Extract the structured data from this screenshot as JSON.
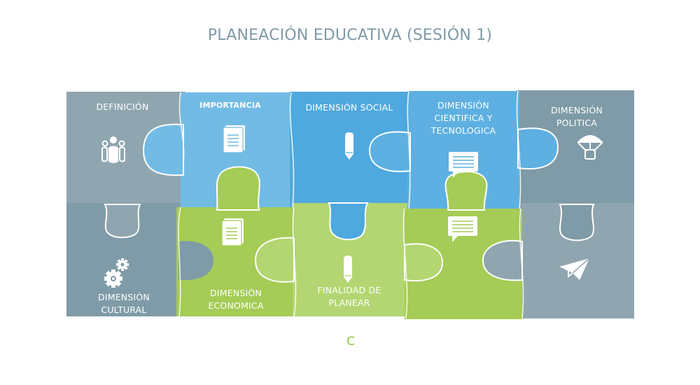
{
  "title": "PLANEACIÓN EDUCATIVA (SESIÓN 1)",
  "colors": {
    "title": "#7f9aa6",
    "gray_dark": "#7f9ba7",
    "gray_light": "#8fa6b0",
    "blue_light": "#72bbe4",
    "blue_mid": "#4fa9de",
    "blue_alt": "#5db0e1",
    "green_mid": "#a5cc56",
    "green_light": "#b3d672",
    "footer": "#8dc63f"
  },
  "pieces": [
    {
      "id": "definicion",
      "label": "DEFINICIÓN",
      "icon": "people-group-icon",
      "color": "#8fa6b0"
    },
    {
      "id": "importancia",
      "label": "IMPORTANCIA",
      "icon": "document-icon",
      "color": "#72bbe4"
    },
    {
      "id": "social",
      "label": "DIMENSIÓN SOCIAL",
      "icon": "pencil-icon",
      "color": "#4fa9de"
    },
    {
      "id": "cientifica",
      "label_lines": [
        "DIMENSIÓN",
        "CIENTIFICA Y",
        "TECNOLOGICA"
      ],
      "icon": "chat-bubble-icon",
      "color": "#5db0e1"
    },
    {
      "id": "politica",
      "label_lines": [
        "DIMENSIÓN",
        "POLITICA"
      ],
      "icon": "parachute-box-icon",
      "color": "#7f9ba7"
    },
    {
      "id": "cultural",
      "label_lines": [
        "DIMENSIÓN",
        "CULTURAL"
      ],
      "icon": "gears-icon",
      "color": "#7f9ba7"
    },
    {
      "id": "economica",
      "label_lines": [
        "DIMENSIÓN",
        "ECONOMICA"
      ],
      "icon": "document-icon",
      "color": "#a5cc56"
    },
    {
      "id": "finalidad",
      "label_lines": [
        "FINALIDAD DE",
        "PLANEAR"
      ],
      "icon": "pencil-icon",
      "color": "#b3d672"
    },
    {
      "id": "green_right",
      "label": "",
      "icon": "chat-bubble-icon",
      "color": "#a5cc56"
    },
    {
      "id": "gray_right",
      "label": "",
      "icon": "paper-plane-icon",
      "color": "#8fa6b0"
    }
  ],
  "labels": {
    "definicion": "DEFINICIÓN",
    "importancia": "IMPORTANCIA",
    "social": "DIMENSIÓN SOCIAL",
    "cientifica_1": "DIMENSIÓN",
    "cientifica_2": "CIENTIFICA Y",
    "cientifica_3": "TECNOLOGICA",
    "politica_1": "DIMENSIÓN",
    "politica_2": "POLITICA",
    "cultural_1": "DIMENSIÓN",
    "cultural_2": "CULTURAL",
    "economica_1": "DIMENSIÓN",
    "economica_2": "ECONOMICA",
    "finalidad_1": "FINALIDAD DE",
    "finalidad_2": "PLANEAR"
  },
  "footer": "C"
}
